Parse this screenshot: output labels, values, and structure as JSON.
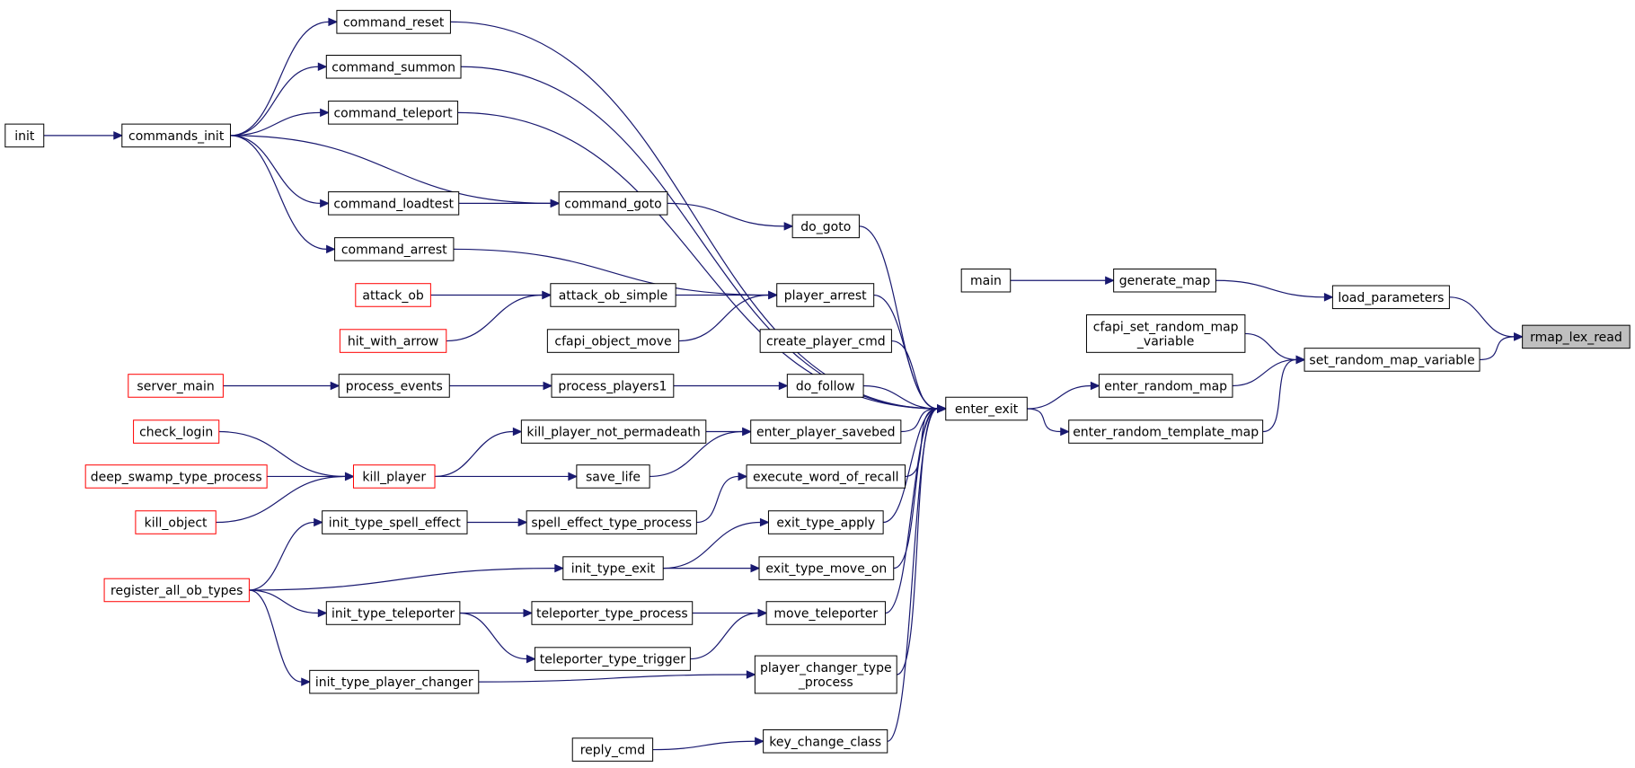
{
  "colors": {
    "edge": "#191970",
    "node_border": "#000000",
    "node_border_truncated": "#ff0000",
    "root_fill": "#bfbfbf"
  },
  "nodes": [
    {
      "id": "init",
      "label": [
        "init"
      ]
    },
    {
      "id": "commands_init",
      "label": [
        "commands_init"
      ]
    },
    {
      "id": "command_reset",
      "label": [
        "command_reset"
      ]
    },
    {
      "id": "command_summon",
      "label": [
        "command_summon"
      ]
    },
    {
      "id": "command_teleport",
      "label": [
        "command_teleport"
      ]
    },
    {
      "id": "command_loadtest",
      "label": [
        "command_loadtest"
      ]
    },
    {
      "id": "command_arrest",
      "label": [
        "command_arrest"
      ]
    },
    {
      "id": "command_goto",
      "label": [
        "command_goto"
      ]
    },
    {
      "id": "do_goto",
      "label": [
        "do_goto"
      ]
    },
    {
      "id": "attack_ob",
      "label": [
        "attack_ob"
      ],
      "truncated": true
    },
    {
      "id": "hit_with_arrow",
      "label": [
        "hit_with_arrow"
      ],
      "truncated": true
    },
    {
      "id": "attack_ob_simple",
      "label": [
        "attack_ob_simple"
      ]
    },
    {
      "id": "cfapi_object_move",
      "label": [
        "cfapi_object_move"
      ]
    },
    {
      "id": "player_arrest",
      "label": [
        "player_arrest"
      ]
    },
    {
      "id": "create_player_cmd",
      "label": [
        "create_player_cmd"
      ]
    },
    {
      "id": "server_main",
      "label": [
        "server_main"
      ],
      "truncated": true
    },
    {
      "id": "process_events",
      "label": [
        "process_events"
      ]
    },
    {
      "id": "process_players1",
      "label": [
        "process_players1"
      ]
    },
    {
      "id": "do_follow",
      "label": [
        "do_follow"
      ]
    },
    {
      "id": "check_login",
      "label": [
        "check_login"
      ],
      "truncated": true
    },
    {
      "id": "deep_swamp_type_process",
      "label": [
        "deep_swamp_type_process"
      ],
      "truncated": true
    },
    {
      "id": "kill_object",
      "label": [
        "kill_object"
      ],
      "truncated": true
    },
    {
      "id": "kill_player",
      "label": [
        "kill_player"
      ],
      "truncated": true
    },
    {
      "id": "kill_player_not_permadeath",
      "label": [
        "kill_player_not_permadeath"
      ]
    },
    {
      "id": "save_life",
      "label": [
        "save_life"
      ]
    },
    {
      "id": "enter_player_savebed",
      "label": [
        "enter_player_savebed"
      ]
    },
    {
      "id": "execute_word_of_recall",
      "label": [
        "execute_word_of_recall"
      ]
    },
    {
      "id": "init_type_spell_effect",
      "label": [
        "init_type_spell_effect"
      ]
    },
    {
      "id": "spell_effect_type_process",
      "label": [
        "spell_effect_type_process"
      ]
    },
    {
      "id": "exit_type_apply",
      "label": [
        "exit_type_apply"
      ]
    },
    {
      "id": "register_all_ob_types",
      "label": [
        "register_all_ob_types"
      ],
      "truncated": true
    },
    {
      "id": "init_type_exit",
      "label": [
        "init_type_exit"
      ]
    },
    {
      "id": "exit_type_move_on",
      "label": [
        "exit_type_move_on"
      ]
    },
    {
      "id": "init_type_teleporter",
      "label": [
        "init_type_teleporter"
      ]
    },
    {
      "id": "teleporter_type_process",
      "label": [
        "teleporter_type_process"
      ]
    },
    {
      "id": "teleporter_type_trigger",
      "label": [
        "teleporter_type_trigger"
      ]
    },
    {
      "id": "move_teleporter",
      "label": [
        "move_teleporter"
      ]
    },
    {
      "id": "init_type_player_changer",
      "label": [
        "init_type_player_changer"
      ]
    },
    {
      "id": "player_changer_type_process",
      "label": [
        "player_changer_type",
        "_process"
      ]
    },
    {
      "id": "reply_cmd",
      "label": [
        "reply_cmd"
      ]
    },
    {
      "id": "key_change_class",
      "label": [
        "key_change_class"
      ]
    },
    {
      "id": "enter_exit",
      "label": [
        "enter_exit"
      ]
    },
    {
      "id": "main",
      "label": [
        "main"
      ]
    },
    {
      "id": "generate_map",
      "label": [
        "generate_map"
      ]
    },
    {
      "id": "cfapi_set_random_map_variable",
      "label": [
        "cfapi_set_random_map",
        "_variable"
      ]
    },
    {
      "id": "enter_random_map",
      "label": [
        "enter_random_map"
      ]
    },
    {
      "id": "enter_random_template_map",
      "label": [
        "enter_random_template_map"
      ]
    },
    {
      "id": "load_parameters",
      "label": [
        "load_parameters"
      ]
    },
    {
      "id": "set_random_map_variable",
      "label": [
        "set_random_map_variable"
      ]
    },
    {
      "id": "rmap_lex_read",
      "label": [
        "rmap_lex_read"
      ],
      "root": true
    }
  ],
  "edges": [
    {
      "from": "init",
      "to": "commands_init"
    },
    {
      "from": "commands_init",
      "to": "command_reset"
    },
    {
      "from": "commands_init",
      "to": "command_summon"
    },
    {
      "from": "commands_init",
      "to": "command_teleport"
    },
    {
      "from": "commands_init",
      "to": "command_goto"
    },
    {
      "from": "commands_init",
      "to": "command_loadtest"
    },
    {
      "from": "commands_init",
      "to": "command_arrest"
    },
    {
      "from": "command_loadtest",
      "to": "command_goto"
    },
    {
      "from": "command_goto",
      "to": "do_goto"
    },
    {
      "from": "command_arrest",
      "to": "player_arrest"
    },
    {
      "from": "attack_ob",
      "to": "attack_ob_simple"
    },
    {
      "from": "hit_with_arrow",
      "to": "attack_ob_simple"
    },
    {
      "from": "attack_ob_simple",
      "to": "player_arrest"
    },
    {
      "from": "cfapi_object_move",
      "to": "player_arrest"
    },
    {
      "from": "server_main",
      "to": "process_events"
    },
    {
      "from": "process_events",
      "to": "process_players1"
    },
    {
      "from": "process_players1",
      "to": "do_follow"
    },
    {
      "from": "check_login",
      "to": "kill_player"
    },
    {
      "from": "deep_swamp_type_process",
      "to": "kill_player"
    },
    {
      "from": "kill_object",
      "to": "kill_player"
    },
    {
      "from": "kill_player",
      "to": "kill_player_not_permadeath"
    },
    {
      "from": "kill_player",
      "to": "save_life"
    },
    {
      "from": "kill_player_not_permadeath",
      "to": "enter_player_savebed"
    },
    {
      "from": "save_life",
      "to": "enter_player_savebed"
    },
    {
      "from": "register_all_ob_types",
      "to": "init_type_spell_effect"
    },
    {
      "from": "register_all_ob_types",
      "to": "init_type_exit"
    },
    {
      "from": "register_all_ob_types",
      "to": "init_type_teleporter"
    },
    {
      "from": "register_all_ob_types",
      "to": "init_type_player_changer"
    },
    {
      "from": "init_type_spell_effect",
      "to": "spell_effect_type_process"
    },
    {
      "from": "spell_effect_type_process",
      "to": "execute_word_of_recall"
    },
    {
      "from": "init_type_exit",
      "to": "exit_type_apply"
    },
    {
      "from": "init_type_exit",
      "to": "exit_type_move_on"
    },
    {
      "from": "init_type_teleporter",
      "to": "teleporter_type_process"
    },
    {
      "from": "init_type_teleporter",
      "to": "teleporter_type_trigger"
    },
    {
      "from": "teleporter_type_process",
      "to": "move_teleporter"
    },
    {
      "from": "teleporter_type_trigger",
      "to": "move_teleporter"
    },
    {
      "from": "init_type_player_changer",
      "to": "player_changer_type_process"
    },
    {
      "from": "reply_cmd",
      "to": "key_change_class"
    },
    {
      "from": "command_reset",
      "to": "enter_exit"
    },
    {
      "from": "command_summon",
      "to": "enter_exit"
    },
    {
      "from": "command_teleport",
      "to": "enter_exit"
    },
    {
      "from": "do_goto",
      "to": "enter_exit"
    },
    {
      "from": "player_arrest",
      "to": "enter_exit"
    },
    {
      "from": "create_player_cmd",
      "to": "enter_exit"
    },
    {
      "from": "do_follow",
      "to": "enter_exit"
    },
    {
      "from": "enter_player_savebed",
      "to": "enter_exit"
    },
    {
      "from": "execute_word_of_recall",
      "to": "enter_exit"
    },
    {
      "from": "exit_type_apply",
      "to": "enter_exit"
    },
    {
      "from": "exit_type_move_on",
      "to": "enter_exit"
    },
    {
      "from": "move_teleporter",
      "to": "enter_exit"
    },
    {
      "from": "player_changer_type_process",
      "to": "enter_exit"
    },
    {
      "from": "key_change_class",
      "to": "enter_exit"
    },
    {
      "from": "enter_exit",
      "to": "enter_random_map"
    },
    {
      "from": "enter_exit",
      "to": "enter_random_template_map"
    },
    {
      "from": "main",
      "to": "generate_map"
    },
    {
      "from": "generate_map",
      "to": "load_parameters"
    },
    {
      "from": "cfapi_set_random_map_variable",
      "to": "set_random_map_variable"
    },
    {
      "from": "enter_random_map",
      "to": "set_random_map_variable"
    },
    {
      "from": "enter_random_template_map",
      "to": "set_random_map_variable"
    },
    {
      "from": "load_parameters",
      "to": "rmap_lex_read"
    },
    {
      "from": "set_random_map_variable",
      "to": "rmap_lex_read"
    }
  ]
}
